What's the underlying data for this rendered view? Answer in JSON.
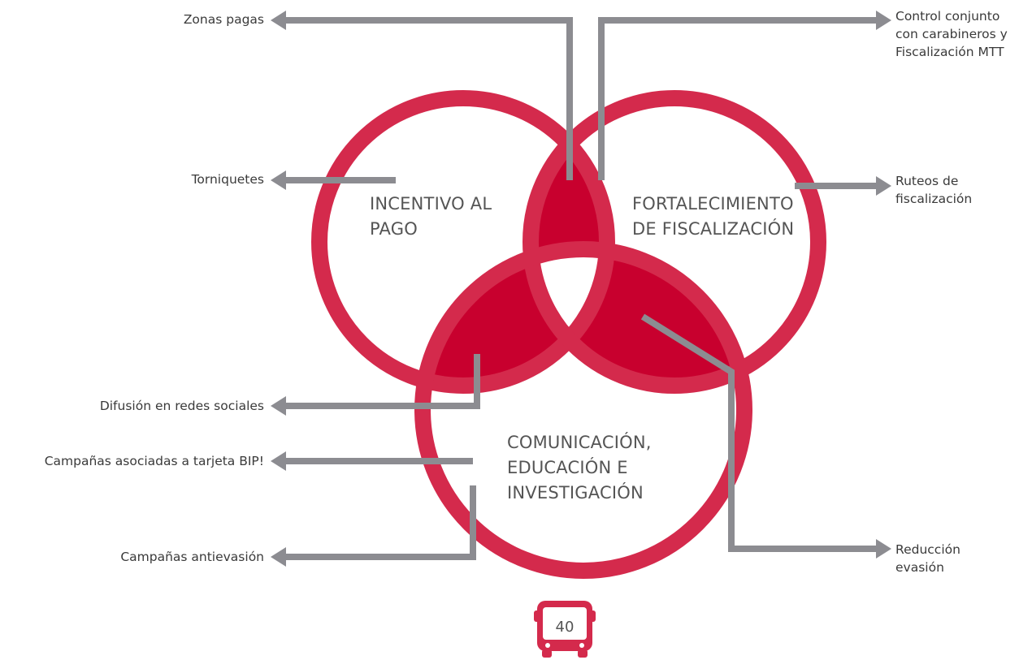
{
  "colors": {
    "ring": "#d42a4c",
    "overlap": "#c8002e",
    "arrow": "#8c8c91",
    "text": "#3a3a3a"
  },
  "circles": {
    "incentivo": "INCENTIVO AL\nPAGO",
    "fortalecimiento": "FORTALECIMIENTO\nDE FISCALIZACIÓN",
    "comunicacion": "COMUNICACIÓN,\nEDUCACIÓN E\nINVESTIGACIÓN"
  },
  "labels": {
    "zonas_pagas": "Zonas pagas",
    "control_conjunto": "Control conjunto\ncon carabineros y\nFiscalización MTT",
    "torniquetes": "Torniquetes",
    "ruteos": "Ruteos de\nfiscalización",
    "difusion": "Difusión en redes sociales",
    "campanas_bip": "Campañas asociadas a tarjeta BIP!",
    "campanas_antievasion": "Campañas antievasión",
    "reduccion": "Reducción\nevasión"
  },
  "footer": {
    "page_number": "40",
    "icon": "bus-icon"
  }
}
